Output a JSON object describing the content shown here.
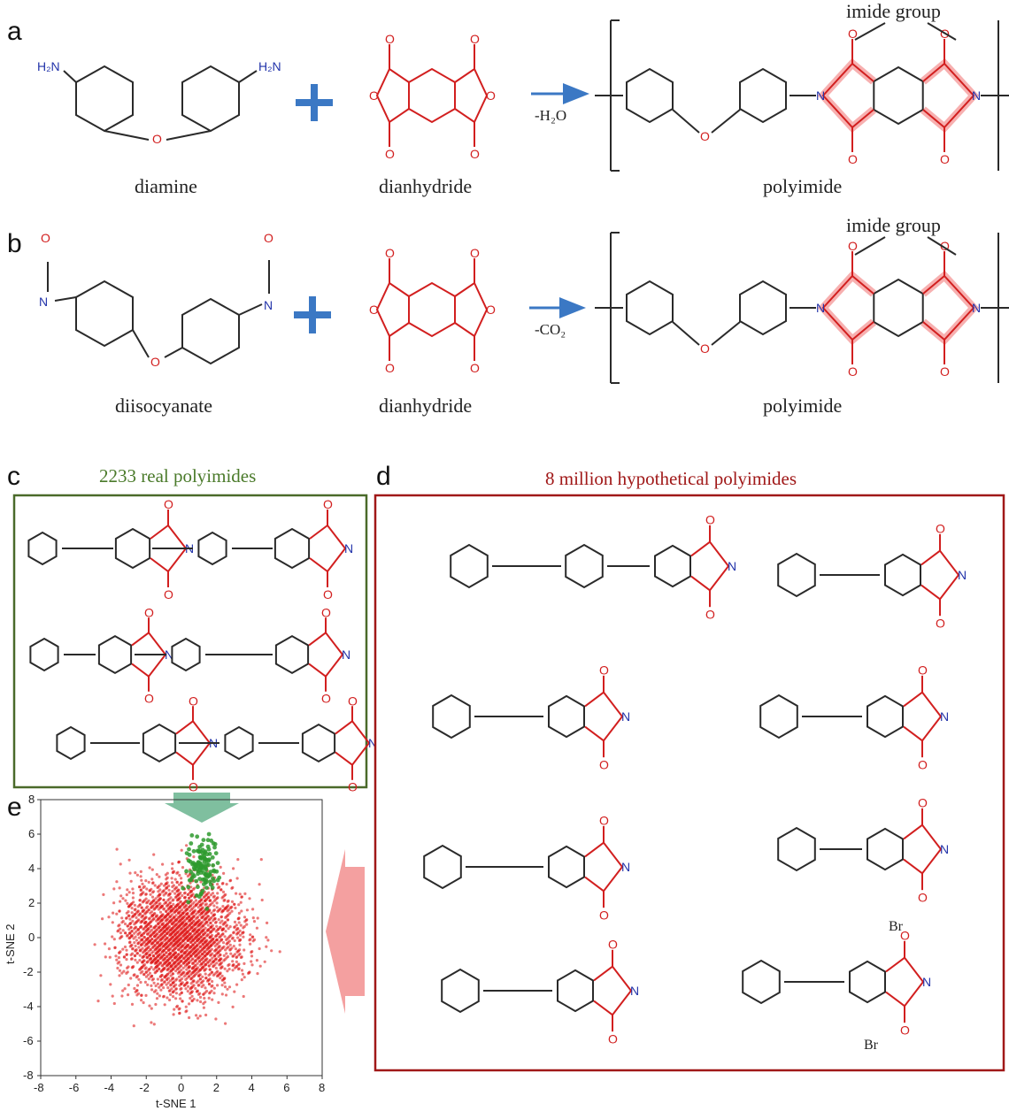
{
  "panels": {
    "a": {
      "letter": "a",
      "reactant1": "diamine",
      "reactant2": "dianhydride",
      "product": "polyimide",
      "byproduct": "-H₂O",
      "annotation": "imide group",
      "amine_label": "H₂N",
      "amine_label2": "H₂N"
    },
    "b": {
      "letter": "b",
      "reactant1": "diisocyanate",
      "reactant2": "dianhydride",
      "product": "polyimide",
      "byproduct": "-CO₂",
      "annotation": "imide group"
    },
    "c": {
      "letter": "c",
      "title": "2233 real polyimides",
      "frame_color": "#4a6a2a"
    },
    "d": {
      "letter": "d",
      "title": "8 million hypothetical polyimides",
      "frame_color": "#a01818",
      "bromine": "Br"
    },
    "e": {
      "letter": "e"
    }
  },
  "atoms": {
    "oxygen": "O",
    "nitrogen": "N"
  },
  "colors": {
    "oxygen": "#d21f1f",
    "nitrogen": "#2233aa",
    "glow": "#f07070",
    "arrow": "#3b78c4",
    "real": "#2e9a2e",
    "hypothetical": "#e02020"
  },
  "chart_data": {
    "type": "scatter",
    "xlabel": "t-SNE 1",
    "ylabel": "t-SNE 2",
    "xlim": [
      -8,
      8
    ],
    "ylim": [
      -8,
      8
    ],
    "xticks": [
      -8,
      -6,
      -4,
      -2,
      0,
      2,
      4,
      6,
      8
    ],
    "yticks": [
      -8,
      -6,
      -4,
      -2,
      0,
      2,
      4,
      6,
      8
    ],
    "series": [
      {
        "color": "#e02020",
        "center": [
          0,
          0
        ],
        "spread": 3.2,
        "count": 2600
      },
      {
        "color": "#2e9a2e",
        "center": [
          1.2,
          4.2
        ],
        "spread": 0.8,
        "count": 120
      }
    ]
  }
}
